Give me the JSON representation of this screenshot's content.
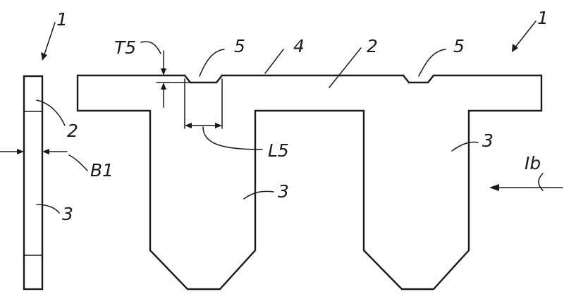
{
  "labels": {
    "ref_1_left": "1",
    "ref_1_right": "1",
    "ref_t5": "T5",
    "ref_5_left": "5",
    "ref_4": "4",
    "ref_2_top": "2",
    "ref_5_right": "5",
    "ref_2_side": "2",
    "ref_b1": "B1",
    "ref_3_side": "3",
    "ref_l5": "L5",
    "ref_3_left_tooth": "3",
    "ref_3_right_tooth": "3",
    "ref_view_ib": "Ib"
  },
  "colors": {
    "ink": "#1a1a1a",
    "background": "#ffffff"
  }
}
